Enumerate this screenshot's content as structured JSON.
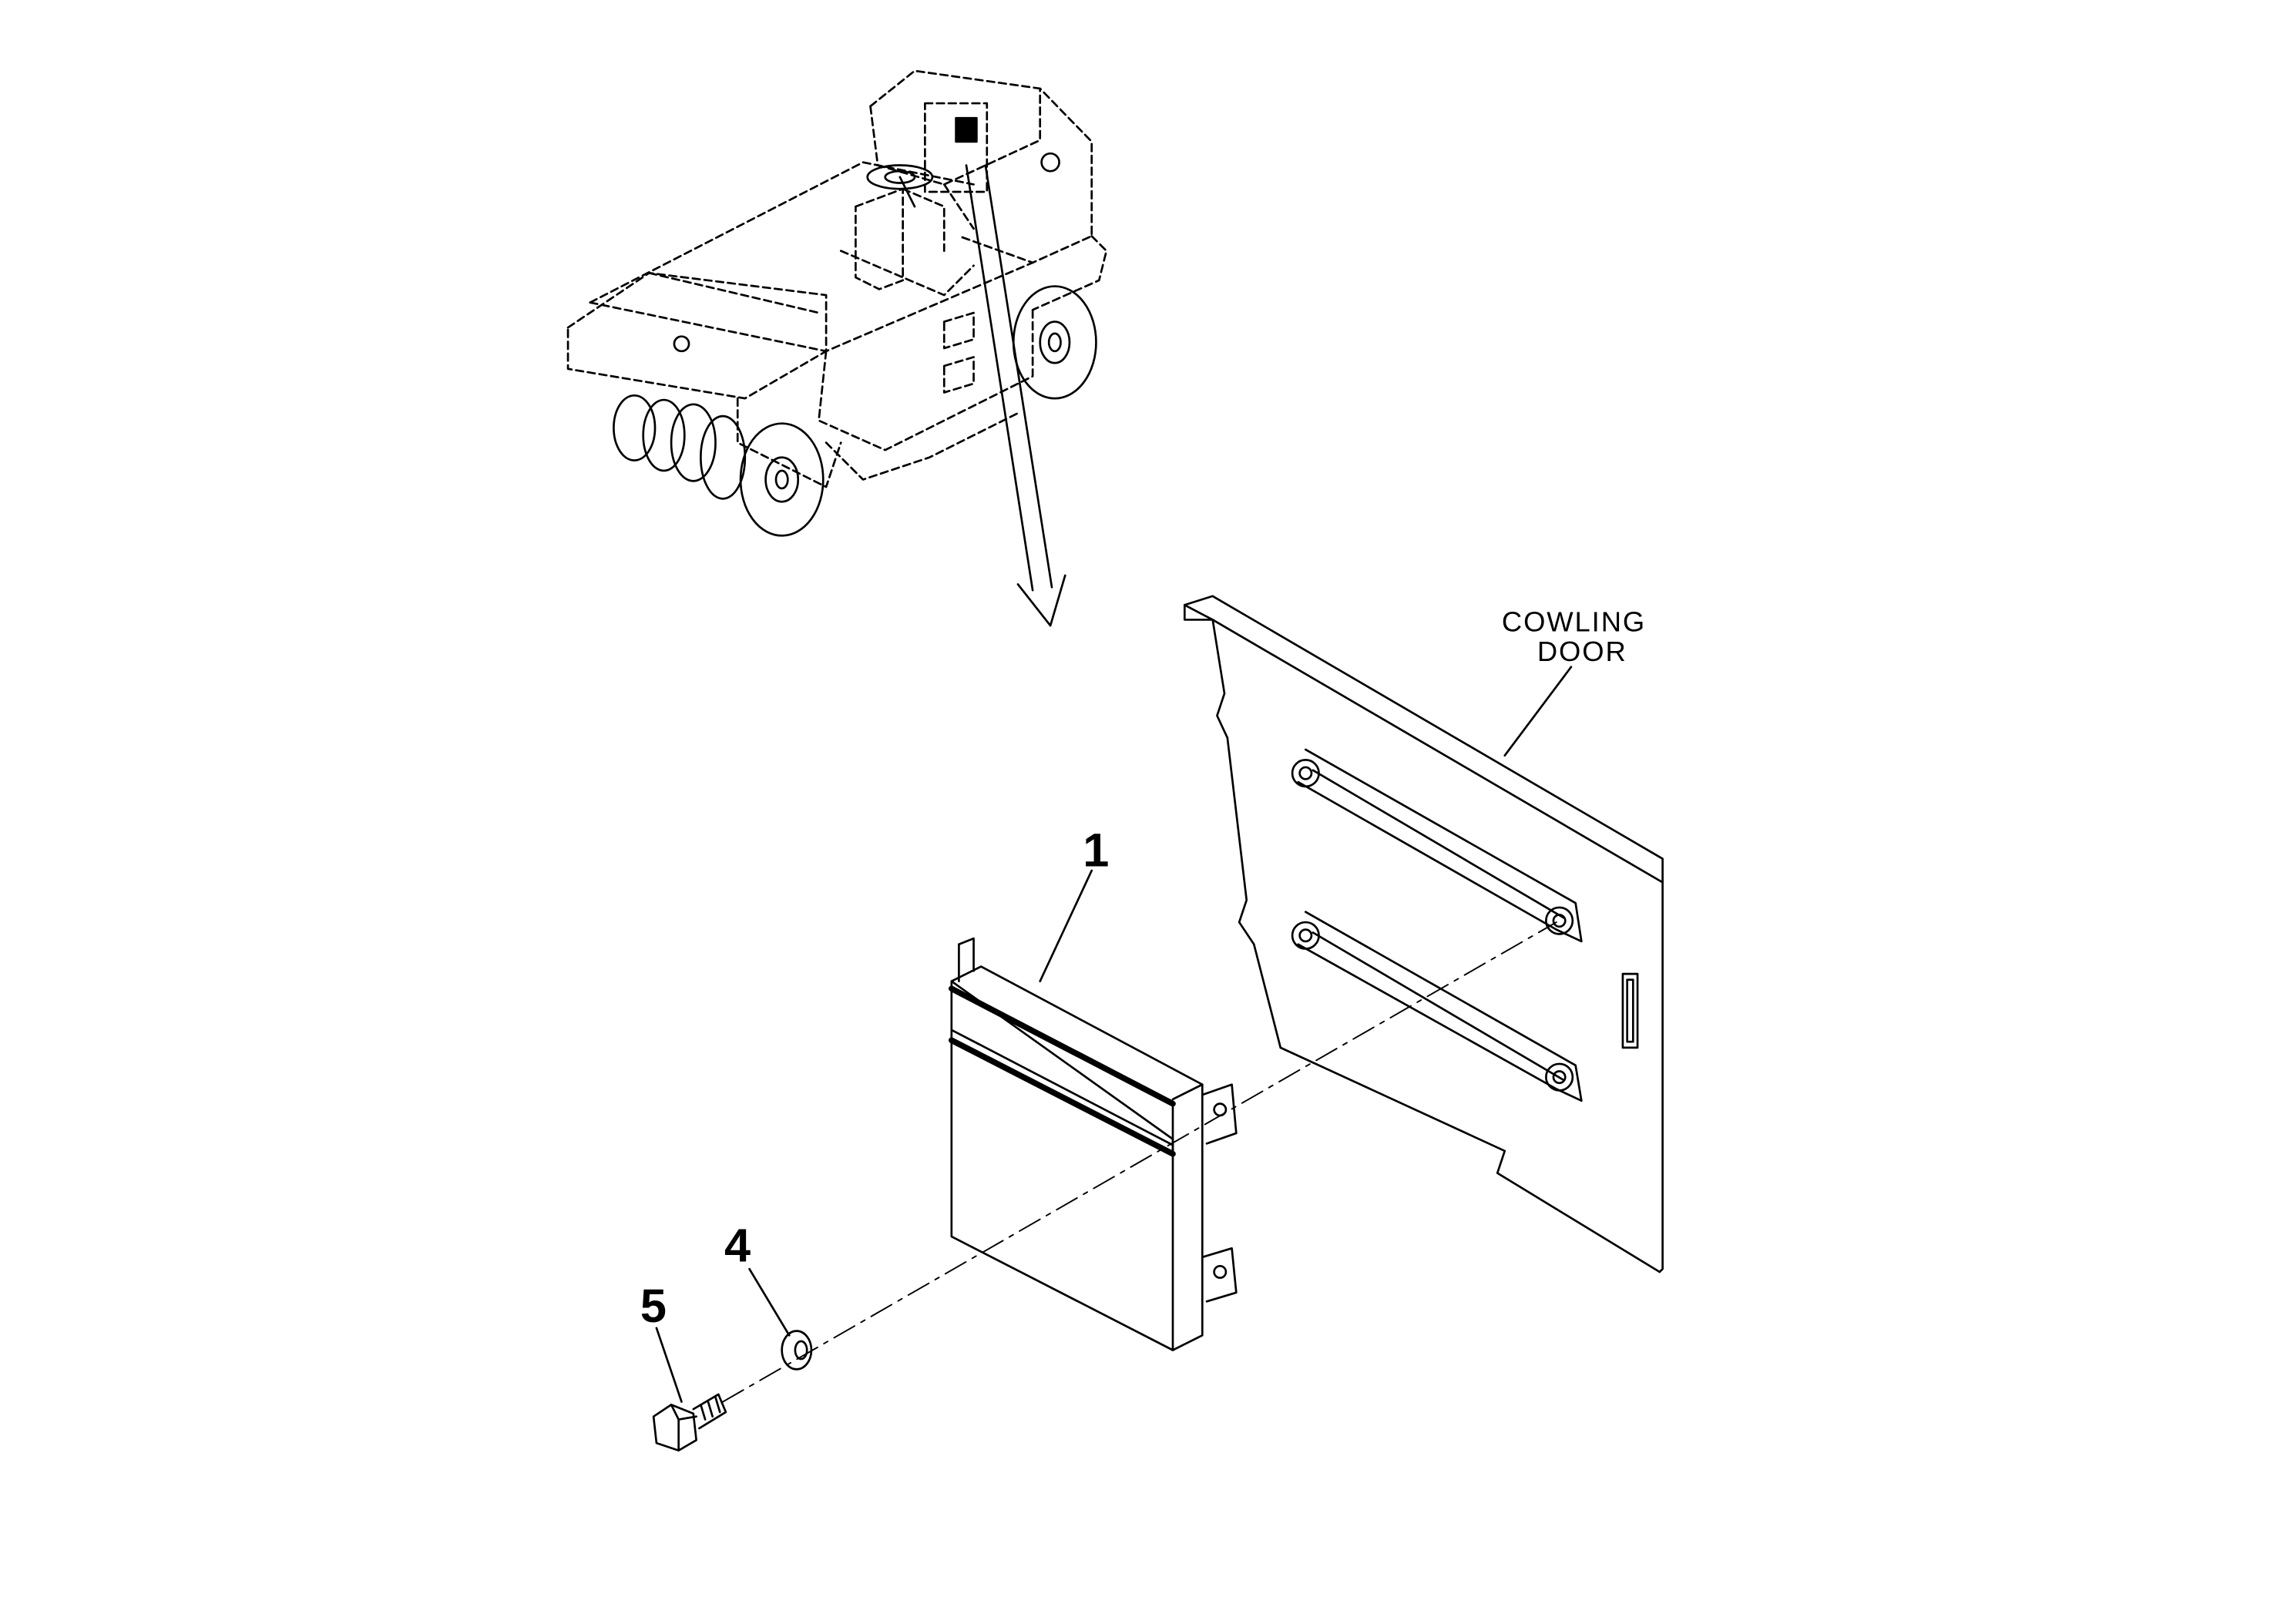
{
  "figure": {
    "callouts": [
      {
        "id": "item-1",
        "text": "1"
      },
      {
        "id": "item-4",
        "text": "4"
      },
      {
        "id": "item-5",
        "text": "5"
      }
    ],
    "cowling_label": {
      "line1": "COWLING",
      "line2": "DOOR"
    }
  }
}
